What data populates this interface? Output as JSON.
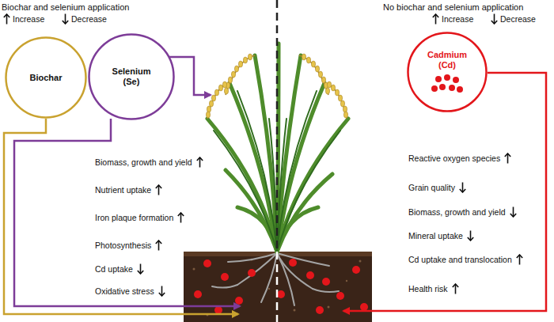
{
  "diagram": {
    "nodes": [
      {
        "text": [
          "Biochar"
        ]
      },
      {
        "text": [
          "Selenium (Se)"
        ]
      },
      {
        "text": [
          "Cadmium (Cd)"
        ]
      }
    ],
    "edges": [],
    "labels": [
      "Biochar and selenium application",
      "No biochar and selenium application",
      "Biomass, growth and yield",
      "Nutrient uptake",
      "Iron plaque formation",
      "Photosynthesis",
      "Cd uptake",
      "Oxidative stress",
      "Reactive oxygen species",
      "Grain quality",
      "Biomass, growth and yield",
      "Mineral uptake",
      "Cd uptake and translocation",
      "Health risk"
    ],
    "legend": [
      {
        "text": "Increase"
      },
      {
        "text": "Decrease"
      },
      {
        "text": "Increase"
      },
      {
        "text": "Decrease"
      }
    ]
  }
}
